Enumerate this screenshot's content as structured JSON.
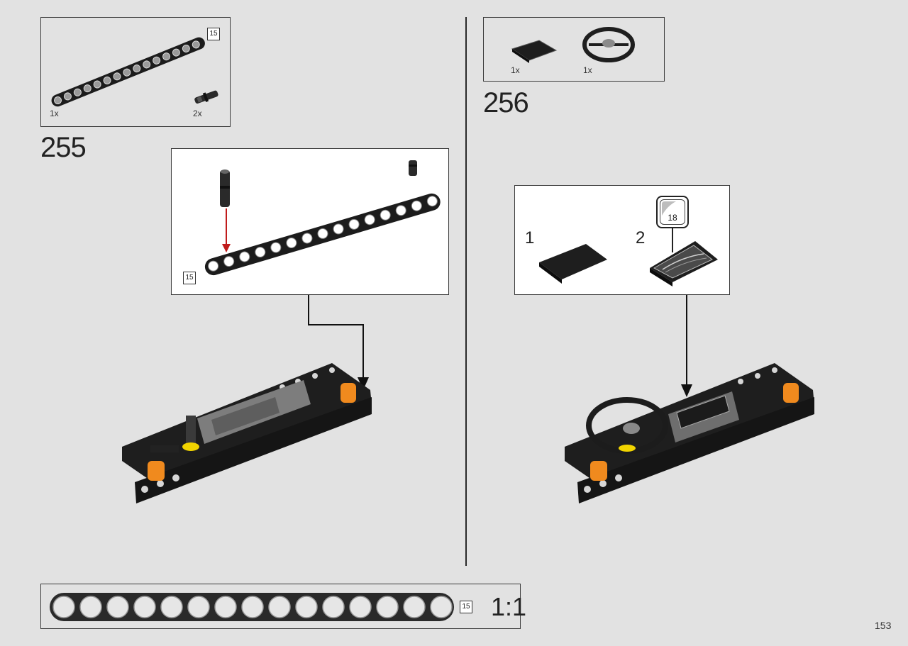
{
  "step255": {
    "number": "255",
    "parts": [
      {
        "qty": "1x",
        "icon": "beam-15-icon"
      },
      {
        "qty": "2x",
        "icon": "pin-icon"
      }
    ],
    "part_badge": "15",
    "sub_badge": "15"
  },
  "step256": {
    "number": "256",
    "parts": [
      {
        "qty": "1x",
        "icon": "tile-icon"
      },
      {
        "qty": "1x",
        "icon": "steering-wheel-icon"
      }
    ],
    "sub_steps": [
      "1",
      "2"
    ],
    "sticker": "18"
  },
  "ruler": {
    "badge": "15",
    "scale": "1:1"
  },
  "page": {
    "number": "153"
  }
}
